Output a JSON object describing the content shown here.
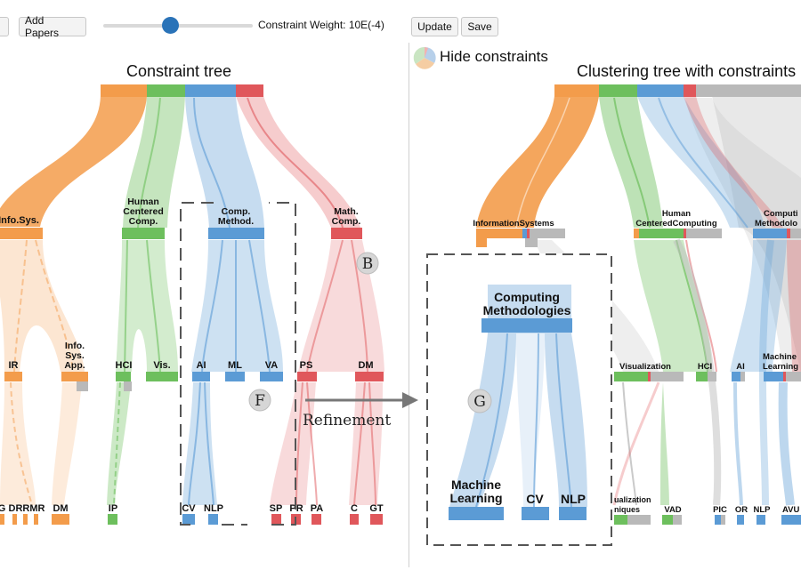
{
  "toolbar": {
    "add_papers_label": "Add Papers",
    "slider_value": 0.45,
    "constraint_weight_label": "Constraint Weight: 10E(-4)",
    "update_label": "Update",
    "save_label": "Save"
  },
  "left_panel": {
    "title": "Constraint tree",
    "nodes": {
      "info_sys": "Info.Sys.",
      "human_centered": [
        "Human",
        "Centered",
        "Comp."
      ],
      "comp_method": [
        "Comp.",
        "Method."
      ],
      "math_comp": [
        "Math.",
        "Comp."
      ],
      "ir": "IR",
      "info_sys_app": [
        "Info.",
        "Sys.",
        "App."
      ],
      "hci": "HCI",
      "vis": "Vis.",
      "ai": "AI",
      "ml": "ML",
      "va": "VA",
      "ps": "PS",
      "dm_mid": "DM",
      "leaf_g": "G",
      "leaf_drrmr": "DRRMR",
      "leaf_dm": "DM",
      "leaf_ip": "IP",
      "leaf_cv": "CV",
      "leaf_nlp": "NLP",
      "leaf_sp": "SP",
      "leaf_pr": "PR",
      "leaf_pa": "PA",
      "leaf_c": "C",
      "leaf_gt": "GT"
    }
  },
  "right_panel": {
    "hide_constraints_label": "Hide constraints",
    "title": "Clustering tree with constraints",
    "nodes": {
      "information_systems": "InformationSystems",
      "human_centered_computing": [
        "Human",
        "CenteredComputing"
      ],
      "computing_methodologies": [
        "Computi",
        "Methodolo"
      ],
      "zoom_title": [
        "Computing",
        "Methodologies"
      ],
      "machine_learning": [
        "Machine",
        "Learning"
      ],
      "cv": "CV",
      "nlp": "NLP",
      "visualization": "Visualization",
      "hci": "HCI",
      "ai": "AI",
      "machine_learning_right": [
        "Machine",
        "Learning"
      ],
      "vis_techniques": [
        "ualization",
        "niques"
      ],
      "vad": "VAD",
      "pic": "PIC",
      "or": "OR",
      "nlp_small": "NLP",
      "avu": "AVU"
    }
  },
  "annotations": {
    "b": "B",
    "f": "F",
    "g": "G",
    "refinement": "Refinement"
  },
  "colors": {
    "orange": "#f39c4b",
    "green": "#6dbf5d",
    "blue": "#5b9bd5",
    "red": "#e0575b",
    "gray": "#b9b9b9"
  }
}
